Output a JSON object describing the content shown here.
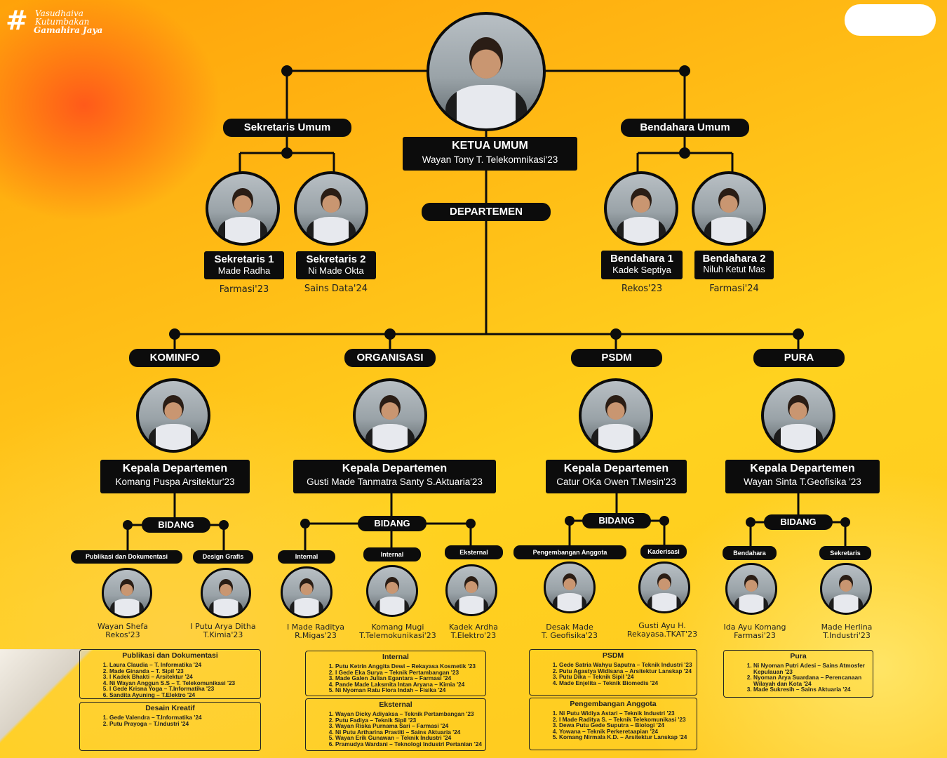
{
  "logo": {
    "line1": "Vasudhaiva",
    "line2": "Kutumbakan",
    "line3": "Gamahira Jaya"
  },
  "ketua": {
    "title": "KETUA UMUM",
    "name": "Wayan Tony T. Telekomnikasi'23"
  },
  "departemen_label": "DEPARTEMEN",
  "sekretaris": {
    "header": "Sekretaris Umum",
    "members": [
      {
        "title": "Sekretaris 1",
        "name": "Made Radha",
        "prodi": "Farmasi'23"
      },
      {
        "title": "Sekretaris 2",
        "name": "Ni Made Okta",
        "prodi": "Sains Data'24"
      }
    ]
  },
  "bendahara": {
    "header": "Bendahara Umum",
    "members": [
      {
        "title": "Bendahara 1",
        "name": "Kadek Septiya",
        "prodi": "Rekos'23"
      },
      {
        "title": "Bendahara 2",
        "name": "Niluh Ketut Mas",
        "prodi": "Farmasi'24"
      }
    ]
  },
  "departments": [
    {
      "name": "KOMINFO",
      "head_title": "Kepala Departemen",
      "head_name": "Komang Puspa Arsitektur'23",
      "bidang_label": "BIDANG",
      "bidang": [
        {
          "label": "Publikasi dan Dokumentasi",
          "name": "Wayan Shefa",
          "prodi": "Rekos'23"
        },
        {
          "label": "Design Grafis",
          "name": "I Putu Arya Ditha",
          "prodi": "T.Kimia'23"
        }
      ],
      "lists": [
        {
          "title": "Publikasi dan Dokumentasi",
          "items": [
            "Laura Claudia – T. Informatika '24",
            "Made Ginanda – T. Sipil '23",
            "I Kadek Bhakti – Arsitektur '24",
            "Ni Wayan Anggun S.S – T. Telekomunikasi '23",
            "I Gede Krisna Yoga – T.Informatika '23",
            "Sandita Ayuning – T.Elektro '24"
          ]
        },
        {
          "title": "Desain Kreatif",
          "items": [
            "Gede Valendra – T.Informatika '24",
            "Putu Prayoga – T.Industri '24"
          ]
        }
      ]
    },
    {
      "name": "ORGANISASI",
      "head_title": "Kepala Departemen",
      "head_name": "Gusti Made Tanmatra Santy S.Aktuaria'23",
      "bidang_label": "BIDANG",
      "bidang": [
        {
          "label": "Internal",
          "name": "I Made Raditya",
          "prodi": "R.Migas'23"
        },
        {
          "label": "Internal",
          "name": "Komang Mugi",
          "prodi": "T.Telemokunikasi'23"
        },
        {
          "label": "Eksternal",
          "name": "Kadek Ardha",
          "prodi": "T.Elektro'23"
        }
      ],
      "lists": [
        {
          "title": "Internal",
          "items": [
            "Putu Ketrin Anggita Dewi – Rekayasa Kosmetik '23",
            "I Gede Eka Surya – Teknik Pertambangan '23",
            "Made Galen Julian Egantara – Farmasi '24",
            "Pande Made Laksmita Intan Aryana – Kimia '24",
            "Ni Nyoman Ratu Flora Indah – Fisika '24"
          ]
        },
        {
          "title": "Eksternal",
          "items": [
            "Wayan Dicky Adiyaksa – Teknik Pertambangan '23",
            "Putu Fadiya – Teknik Sipil '23",
            "Wayan Riska Purnama Sari – Farmasi '24",
            "Ni Putu Artharina Prastiti – Sains Aktuaria '24",
            "Wayan Erik Gunawan – Teknik Industri '24",
            "Pramudya Wardani – Teknologi Industri Pertanian '24"
          ]
        }
      ]
    },
    {
      "name": "PSDM",
      "head_title": "Kepala Departemen",
      "head_name": "Catur OKa Owen T.Mesin'23",
      "bidang_label": "BIDANG",
      "bidang": [
        {
          "label": "Pengembangan Anggota",
          "name": "Desak Made",
          "prodi": "T. Geofisika'23"
        },
        {
          "label": "Kaderisasi",
          "name": "Gusti Ayu H.",
          "prodi": "Rekayasa.TKAT'23"
        }
      ],
      "lists": [
        {
          "title": "PSDM",
          "items": [
            "Gede Satria Wahyu Saputra – Teknik Industri '23",
            "Putu Agastya Widisana – Arsitektur Lanskap '24",
            "Putu Dika – Teknik Sipil '24",
            "Made Enjelita – Teknik Biomedis '24"
          ]
        },
        {
          "title": "Pengembangan Anggota",
          "items": [
            "Ni Putu Widiya Astari – Teknik Industri '23",
            "I Made Raditya S. – Teknik Telekomunikasi '23",
            "Dewa Putu Gede Suputra – Biologi '24",
            "Yowana – Teknik Perkeretaapian '24",
            "Komang Nirmala K.D. – Arsitektur Lanskap '24"
          ]
        }
      ]
    },
    {
      "name": "PURA",
      "head_title": "Kepala Departemen",
      "head_name": "Wayan Sinta T.Geofisika '23",
      "bidang_label": "BIDANG",
      "bidang": [
        {
          "label": "Bendahara",
          "name": "Ida Ayu Komang",
          "prodi": "Farmasi'23"
        },
        {
          "label": "Sekretaris",
          "name": "Made Herlina",
          "prodi": "T.Industri'23"
        }
      ],
      "lists": [
        {
          "title": "Pura",
          "items": [
            "Ni Nyoman Putri Adesi – Sains Atmosfer Kepulauan '23",
            "Nyoman Arya Suardana – Perencanaan Wilayah dan Kota '24",
            "Made Sukresih – Sains Aktuaria '24"
          ]
        }
      ]
    }
  ]
}
